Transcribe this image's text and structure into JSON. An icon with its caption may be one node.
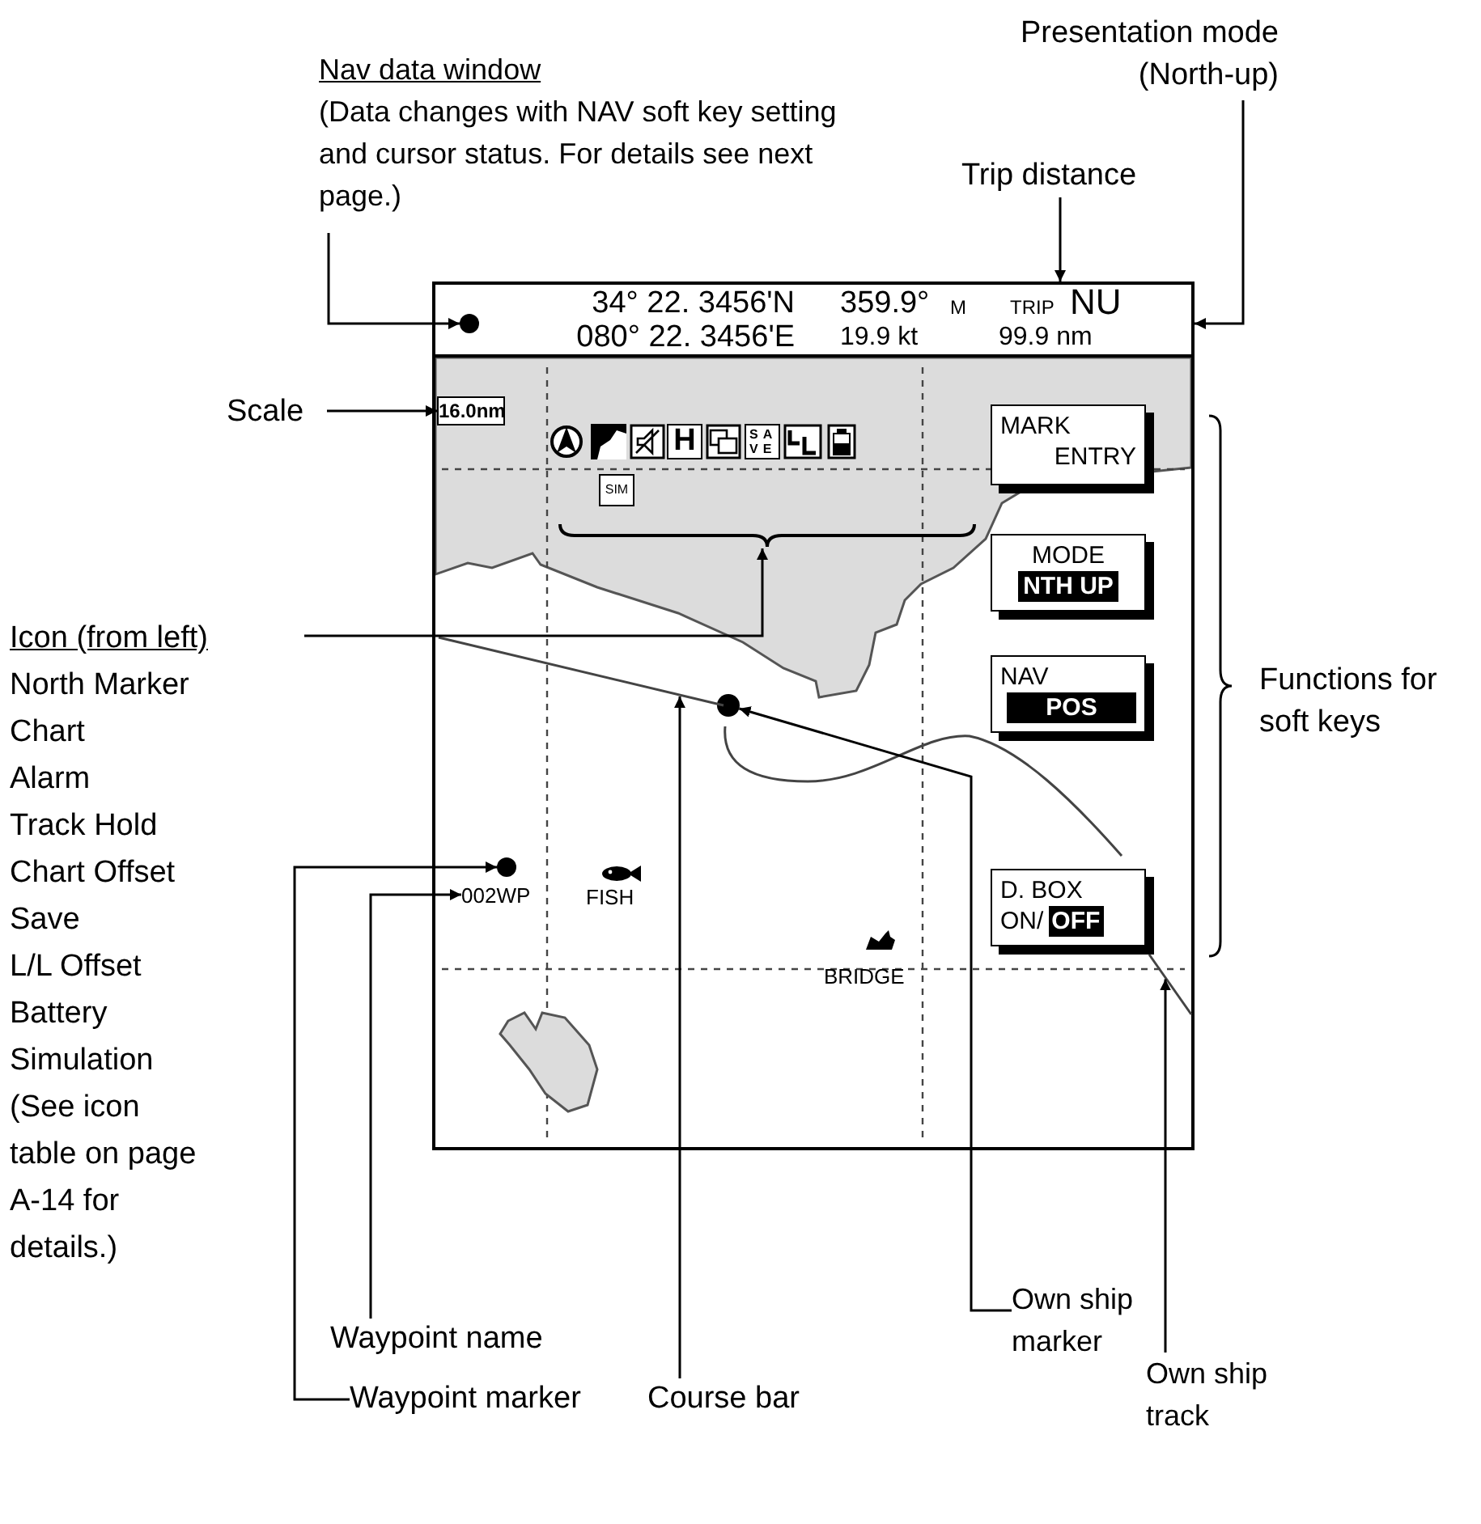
{
  "diagram": {
    "nodes": [
      {
        "text": [
          "Nav data window",
          "(Data changes with NAV soft key setting and cursor status. For details see next page.)"
        ]
      },
      {
        "text": [
          "Presentation mode (North-up)"
        ]
      },
      {
        "text": [
          "Trip distance"
        ]
      },
      {
        "text": [
          "34° 22. 3456'N",
          "080° 22. 3456'E",
          "359.9°",
          "M",
          "19.9 kt",
          "TRIP",
          "NU",
          "99.9 nm"
        ]
      },
      {
        "text": [],
        "shape": "circle",
        "in": 3
      },
      {
        "text": [
          "Scale"
        ]
      },
      {
        "text": [],
        "shape": "box"
      },
      {
        "text": [
          "16.0nm"
        ],
        "in": 6
      },
      {
        "text": [],
        "shape": "box",
        "in": 6
      },
      {
        "text": [
          "MARK",
          "ENTRY"
        ],
        "in": 6
      },
      {
        "text": [
          "MODE",
          "NTH UP"
        ],
        "in": 6
      },
      {
        "text": [
          "NAV",
          "POS"
        ],
        "in": 6
      },
      {
        "text": [
          "D. BOX",
          "ON/",
          "OFF"
        ],
        "in": 6
      },
      {
        "text": [],
        "shape": "circle",
        "in": 6
      },
      {
        "text": [],
        "shape": "circle",
        "in": 6
      },
      {
        "text": [
          "002WP"
        ],
        "in": 6
      },
      {
        "text": [
          "Icon (from left)",
          "North Marker",
          "Chart",
          "Alarm",
          "Track Hold",
          "Chart Offset",
          "Save",
          "L/L Offset",
          "Battery",
          "Simulation",
          "(See icon table on page A-14 for details.)"
        ]
      },
      {
        "text": [
          "Waypoint name"
        ]
      },
      {
        "text": [
          "Waypoint marker"
        ]
      },
      {
        "text": [
          "Course bar"
        ]
      },
      {
        "text": [
          "Own ship marker"
        ]
      },
      {
        "text": [
          "Own ship track"
        ]
      },
      {
        "text": [],
        "shape": "line",
        "in": 6
      },
      {
        "text": [],
        "shape": "line",
        "in": 6
      }
    ],
    "edges": [
      {
        "from": 0,
        "to": 4,
        "arrow": "to"
      },
      {
        "from": 1,
        "to": 3,
        "arrow": "to"
      },
      {
        "from": 2,
        "to": 3,
        "arrow": "to"
      },
      {
        "from": 5,
        "to": 7,
        "arrow": "to"
      },
      {
        "from": 16,
        "to": 8,
        "arrow": "to"
      },
      {
        "from": 17,
        "to": 15,
        "arrow": "to"
      },
      {
        "from": 18,
        "to": 14,
        "arrow": "to"
      },
      {
        "from": 19,
        "to": 22,
        "arrow": "to"
      },
      {
        "from": 20,
        "to": 13,
        "arrow": "to"
      },
      {
        "from": 21,
        "to": 23,
        "arrow": "to"
      }
    ],
    "labels": [
      "H",
      "SAVE",
      "SIM",
      "Functions for soft keys",
      "FISH",
      "BRIDGE"
    ]
  }
}
